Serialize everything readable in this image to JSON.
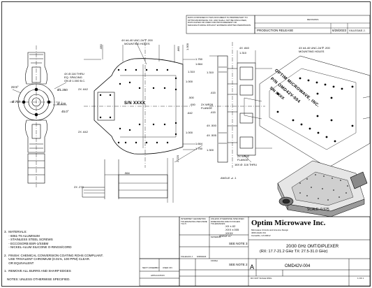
{
  "proprietary_notice": "DATA CONTAINED IN THIS DOCUMENT IS PROPRIETARY TO OPTIM MICROWAVE, INC. AND SHALL NOT BE DISCLOSED, DUPLICATED OR USED FOR PROCUREMENT OR MANUFACTURING WITHOUT EXPRESS WRITTEN PERMISSION",
  "revisions": {
    "header": "REVISIONS",
    "description": "PRODUCTION RELEASE",
    "date": "6/28/2023",
    "approved": "VILLEGAS J."
  },
  "left_view": {
    "dim_225": "22.5°",
    "holes": "4X Ø.116 THRU\nEQ. SPACING\nON Ø 1.000 B.C.",
    "d1250": "Ø1.250",
    "d707": "Ø.707",
    "d420": "Ø.420",
    "r45": "45.0°"
  },
  "flange_view": {
    "mounting_holes": "4X #4-40 UNC-2A ∇ .200\nMOUNTING HOLES",
    "d050": ".050",
    "d1300": "1.300",
    "d860": ".860",
    "d1750a": "1.750",
    "d1664a": "1.664",
    "d1310": "1.310",
    "d1000a": "1.000",
    "d500": ".500",
    "d000": ".000",
    "d642a": "2X .642",
    "d642b": "2X .642",
    "d642c": ".642",
    "d1664b": "1.664",
    "d1750b": "1.750",
    "d1000b": "1.000",
    "serial": "S/N XXXX",
    "wr28": "2X WR28\nFLANGE",
    "d220": "2.220",
    "d270": "2X .270",
    "d564": ".564"
  },
  "side_view": {
    "mounting_holes": "4X #4-40 UNC-2A ∇ .200\nMOUNTING HOLES",
    "d840": "4X .840",
    "d1310": "1.310",
    "d415a": ".415",
    "d415b": ".415",
    "d1310b": "1.310",
    "d500": "4X .500",
    "d505": "4X .505",
    "d1300": "1.300",
    "wr42": "2X WR42\nFLANGE",
    "thru": "16X Ø .116 THRU",
    "angle": "ANGLE ⊿ .1"
  },
  "engraving": {
    "line1": "OPTIM MICROWAVE, INC.",
    "line2": "P/N OMD42V-004",
    "line3": "S/N XXXX"
  },
  "scale": "SCALE: 0.525",
  "notes": "3.  MATERIALS:\n     - 6061-T6 ALUMINUM\n     - STAINLESS STEEL SCREWS\n     - ECCOSORB BSR-1/SSBM\n     - NICKEL-ALUM SILICONE O-RINGS/CORD\n\n2.  FINISH: CHEMICAL CONVERSION COATING ROHS COMPLIANT.\n     USE TRIVALENT CHROMIUM (0.01%, 100 PPM) CLEAR.\n     OR EQUIVALENT\n\n1.  REMOVE ALL BURRS AND SHARP EDGES",
  "notes_footer": "NOTES: UNLESS OTHERWISE SPECIFIED.",
  "title_block": {
    "tolerance_text": "UNLESS OTHERWISE SPECIFIED\nDIMENSIONS ARE IN INCHES\nTOLERANCES:",
    "tol_2": ".XX ±.02",
    "tol_3": ".XXX ±.005",
    "tol_4": ".XXXX",
    "tol_angle": "ANGLE ±1°",
    "interpret": "INTERPRET GEOMETRIC TOLERANCING PER ASME Y14.5",
    "material_label": "MATERIAL",
    "see_note_3": "SEE NOTE 3",
    "finish_label": "FINISH",
    "see_note_2": "SEE NOTE 2",
    "drawn_name": "VILLEGAS J.",
    "drawn_date": "6/28/2023",
    "next_assembly": "NEXT ASSEMBLY",
    "used_on": "USED ON",
    "application": "APPLICATION",
    "company": "Optim Microwave Inc.",
    "company_addr": "Microwave Circuits and Antenna Design\n4000 Adolfo Rd.\nCamarillo, CA 93012",
    "title1": "20/30 GHz OMT/DIPLEXER",
    "title2": "(RX: 17.7-21.2 GHz TX: 27.5-31.0 GHz)",
    "size": "A",
    "dwg_no": "OMD42V-004",
    "do_not_scale": "DO NOT SCALE DWG",
    "sheet": "1 OF 1"
  }
}
